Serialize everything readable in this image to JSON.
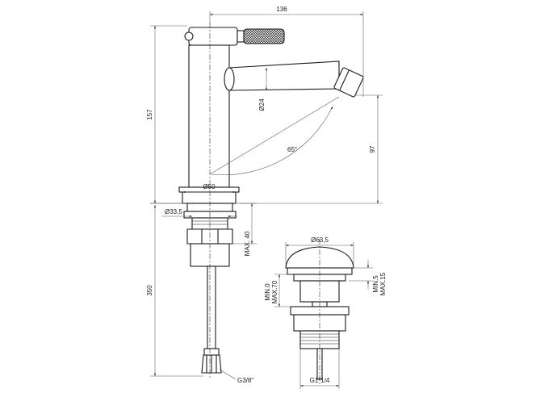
{
  "dimensions": {
    "width_136": "136",
    "height_157": "157",
    "dia_24": "Ø24",
    "angle_65": "65°",
    "height_97": "97",
    "dia_50": "Ø50",
    "dia_33_5": "Ø33,5",
    "max_40": "MAX. 40",
    "length_350": "350",
    "thread_g3_8": "G3/8\"",
    "dia_63_5": "Ø63,5",
    "min_0": "MIN.0",
    "max_70": "MAX.70",
    "min_5": "MIN.5",
    "max_15": "MAX.15",
    "thread_g1_1_4": "G1\"1/4"
  },
  "colors": {
    "line": "#1a1a1a",
    "background": "#ffffff"
  }
}
